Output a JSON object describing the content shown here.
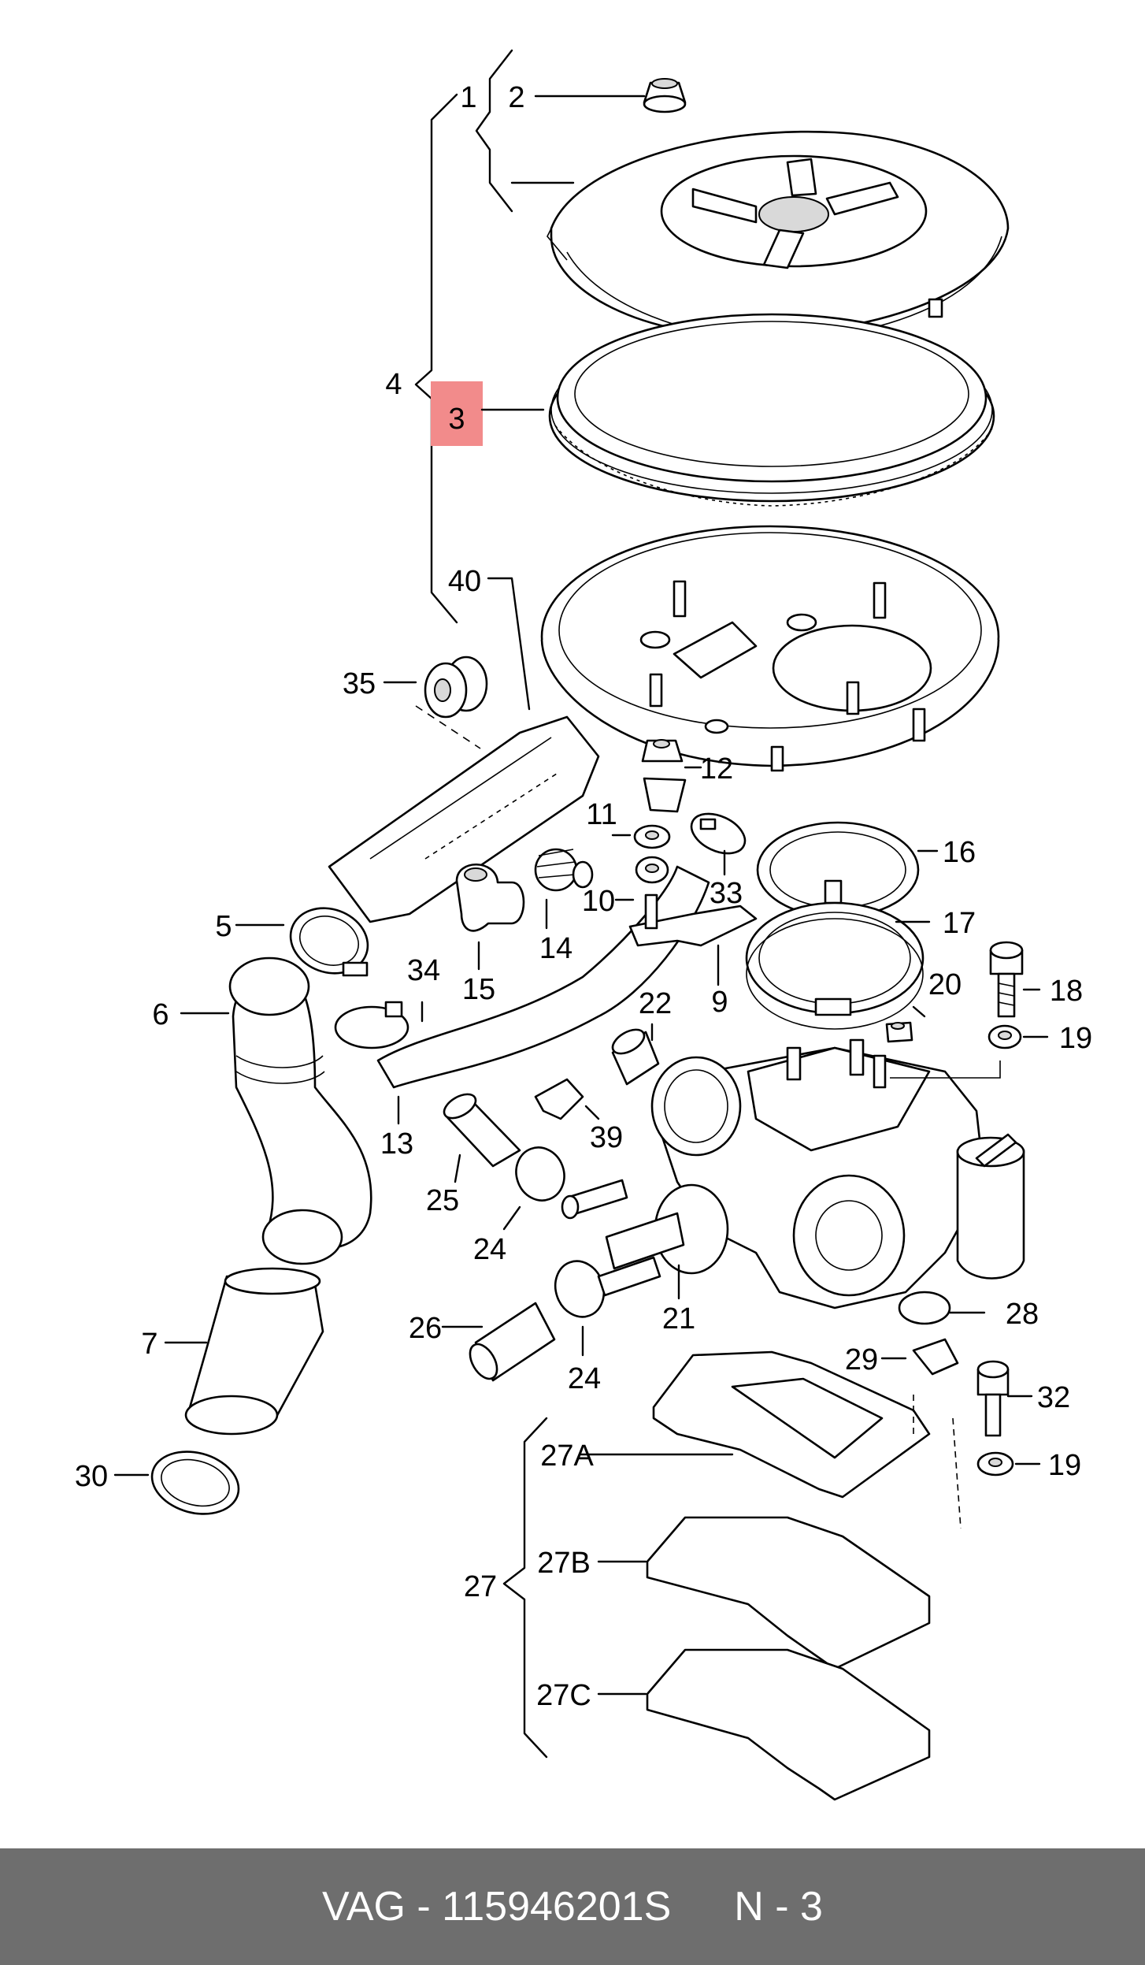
{
  "labels": {
    "l1": "1",
    "l2": "2",
    "l3": "3",
    "l4": "4",
    "l5": "5",
    "l6": "6",
    "l7": "7",
    "l9": "9",
    "l10": "10",
    "l11": "11",
    "l12": "12",
    "l13": "13",
    "l14": "14",
    "l15": "15",
    "l16": "16",
    "l17": "17",
    "l18": "18",
    "l19a": "19",
    "l19b": "19",
    "l20": "20",
    "l21": "21",
    "l22": "22",
    "l24a": "24",
    "l24b": "24",
    "l25": "25",
    "l26": "26",
    "l27": "27",
    "l27A": "27A",
    "l27B": "27B",
    "l27C": "27C",
    "l28": "28",
    "l29": "29",
    "l30": "30",
    "l32": "32",
    "l33": "33",
    "l34": "34",
    "l35": "35",
    "l39": "39",
    "l40": "40"
  },
  "highlight": {
    "label": "3",
    "color": "#f28b8b"
  },
  "footer": {
    "part_number": "VAG - 115946201S",
    "page": "N - 3"
  }
}
